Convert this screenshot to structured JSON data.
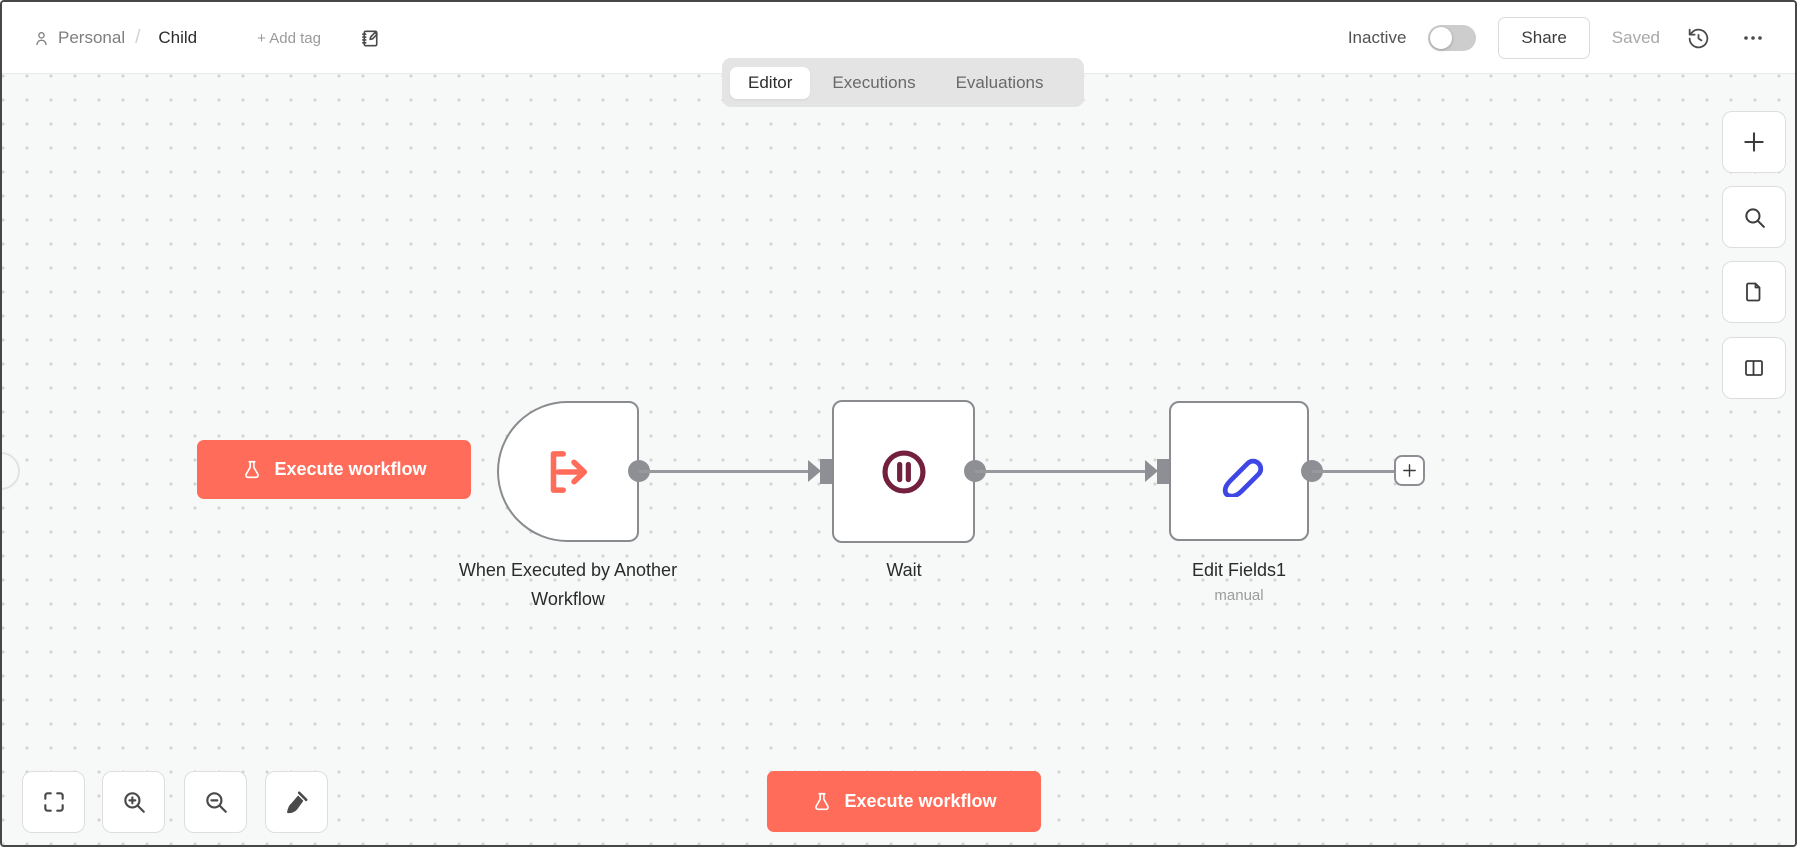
{
  "header": {
    "project_label": "Personal",
    "breadcrumb_separator": "/",
    "workflow_title": "Child",
    "add_tag_label": "+ Add tag",
    "activation_label": "Inactive",
    "activation_state": "off",
    "share_button_label": "Share",
    "save_status": "Saved"
  },
  "tabs": {
    "editor": "Editor",
    "executions": "Executions",
    "evaluations": "Evaluations",
    "active_tab": "Editor"
  },
  "canvas": {
    "execute_button_label": "Execute workflow",
    "nodes": [
      {
        "name": "When Executed by Another Workflow",
        "type": "trigger",
        "icon": "workflow-output-arrow"
      },
      {
        "name": "Wait",
        "type": "action",
        "icon": "pause-circle"
      },
      {
        "name": "Edit Fields1",
        "subtitle": "manual",
        "type": "action",
        "icon": "pen"
      }
    ]
  },
  "footer": {
    "execute_button_label": "Execute workflow"
  },
  "icons": {
    "user-icon": "person outline",
    "note-edit-icon": "notebook with pen",
    "history-icon": "clock with counterclockwise arrow",
    "more-icon": "horizontal ellipsis",
    "flask-icon": "erlenmeyer flask",
    "plus-icon": "+",
    "search-icon": "magnifier",
    "page-icon": "document with folded corner",
    "panel-icon": "split panel",
    "fit-view-icon": "corner brackets",
    "zoom-in-icon": "magnifier plus",
    "zoom-out-icon": "magnifier minus",
    "tidy-up-icon": "broom"
  },
  "colors": {
    "primary": "#ff6d5a",
    "wait_icon": "#72203e",
    "edit_icon": "#3e46e6",
    "connector": "#8d8f94",
    "canvas_bg": "#f7f8f8"
  }
}
